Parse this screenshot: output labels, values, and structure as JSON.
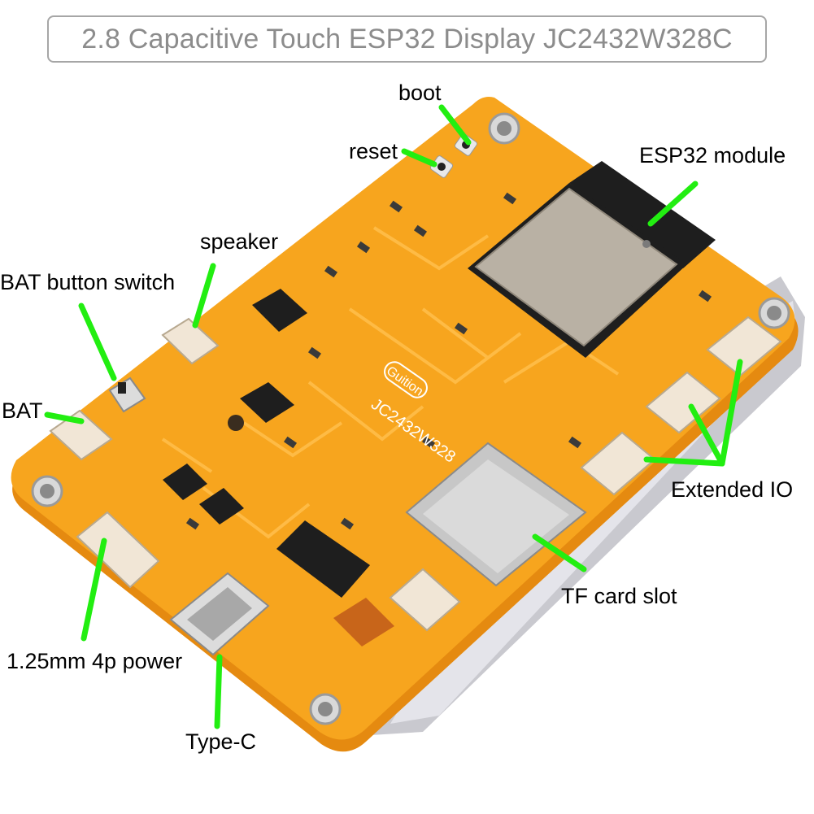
{
  "title": "2.8 Capacitive Touch ESP32 Display JC2432W328C",
  "board_marking": "JC2432W328",
  "brand": "Guition",
  "colors": {
    "pcb": "#f7a51e",
    "pcb_edge": "#e58a10",
    "trace": "#ffbe4a",
    "callout_line": "#22ee11",
    "module_shield": "#b9b1a4",
    "chip": "#1e1e1e",
    "connector": "#f1e6d6",
    "title_border": "#a6a6a6",
    "title_text": "#8c8c8c"
  },
  "labels": {
    "boot": "boot",
    "reset": "reset",
    "esp32_module": "ESP32 module",
    "speaker": "speaker",
    "bat_button_switch": "BAT button switch",
    "bat": "BAT",
    "extended_io": "Extended IO",
    "tf_card_slot": "TF card slot",
    "power_connector": "1.25mm 4p power",
    "type_c": "Type-C"
  }
}
